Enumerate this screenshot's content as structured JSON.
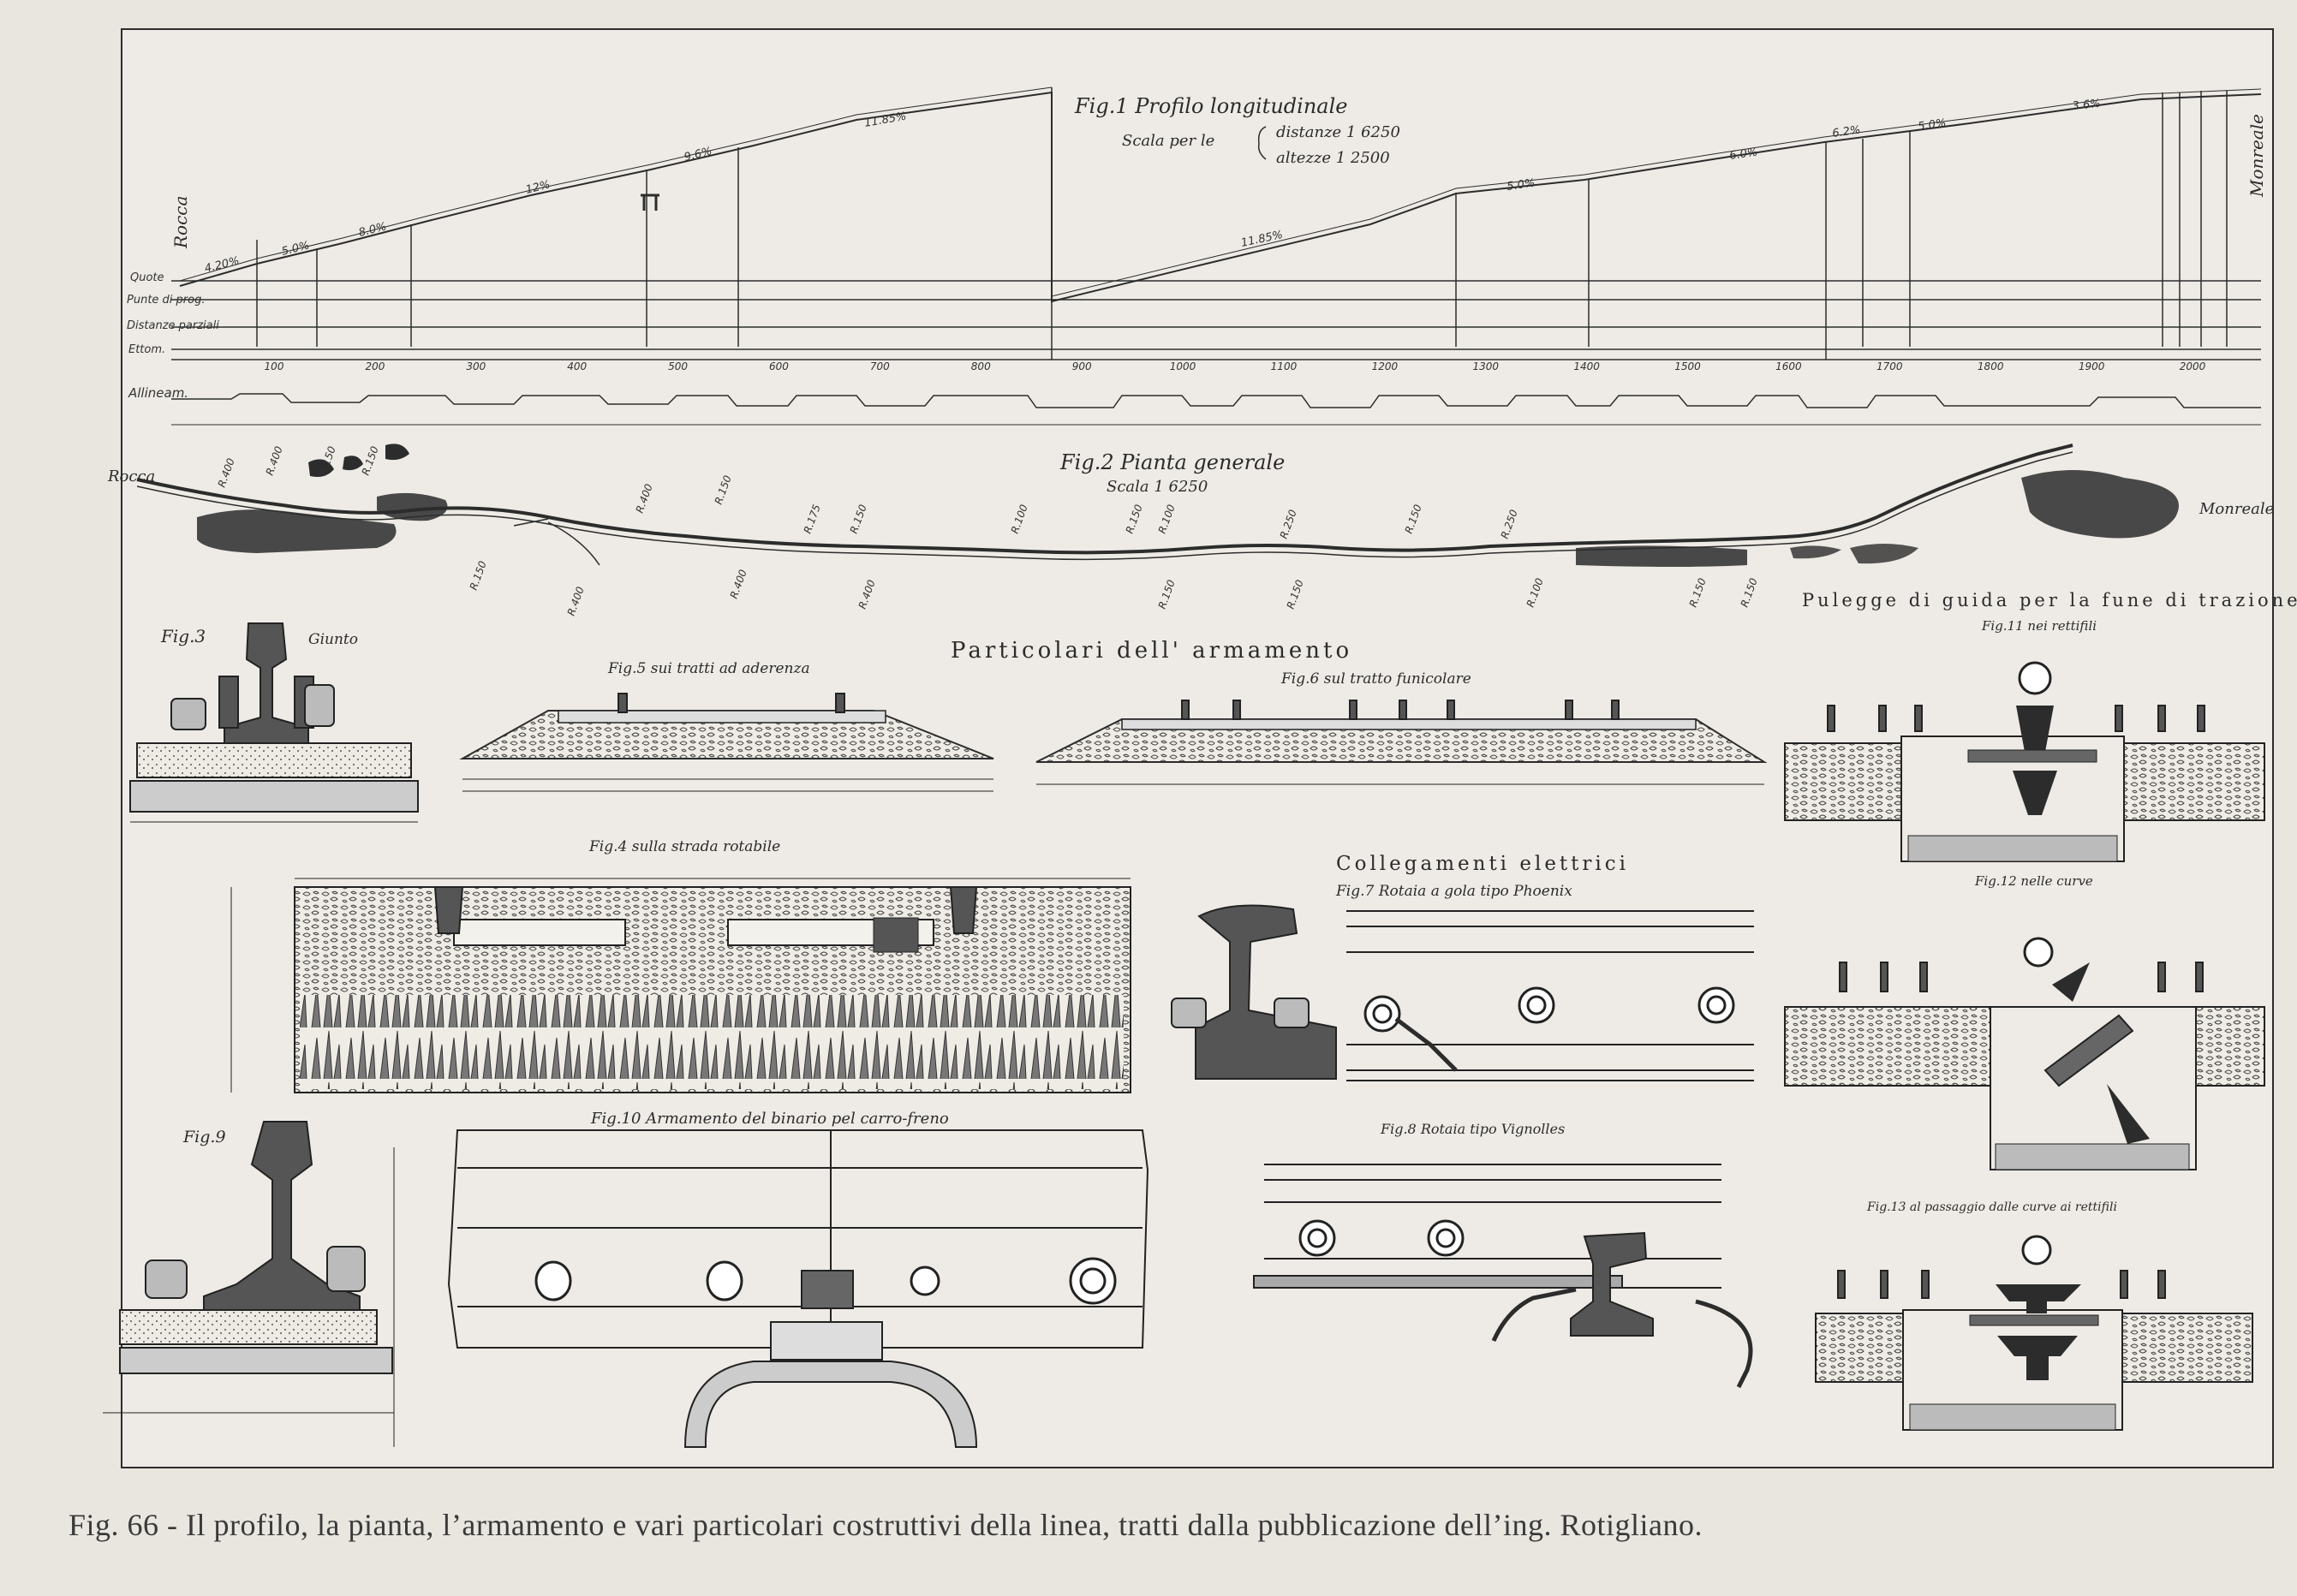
{
  "plate": {
    "fig1": {
      "title": "Fig.1 Profilo longitudinale",
      "scale_prefix": "Scala per le",
      "scale_dist": "distanze 1 6250",
      "scale_alt": "altezze 1 2500",
      "start_place": "Rocca",
      "end_place": "Monreale",
      "row_labels": [
        "Quote",
        "Punte di prog.",
        "Distanze parziali",
        "Ettom."
      ],
      "alignment_label": "Allineam.",
      "gradients": [
        "4.20%",
        "5.0%",
        "8.0%",
        "12%",
        "9.6%",
        "11.85%",
        "11.85%",
        "5.0%",
        "6.0%",
        "6.2%",
        "5.0%",
        "3.6%"
      ],
      "chainage": [
        "100",
        "200",
        "300",
        "400",
        "500",
        "600",
        "700",
        "800",
        "900",
        "1000",
        "1100",
        "1200",
        "1300",
        "1400",
        "1500",
        "1600",
        "1700",
        "1800",
        "1900",
        "2000"
      ]
    },
    "fig2": {
      "title": "Fig.2 Pianta generale",
      "scale": "Scala 1 6250",
      "start_place": "Rocca",
      "end_place": "Monreale"
    },
    "fig3": {
      "label": "Fig.3",
      "note": "Giunto"
    },
    "armamento_title": "Particolari dell' armamento",
    "fig5": {
      "label": "Fig.5 sui tratti ad aderenza"
    },
    "fig6": {
      "label": "Fig.6 sul tratto funicolare"
    },
    "pulegge": {
      "title": "Pulegge di guida per la fune di trazione",
      "fig11": "Fig.11 nei rettifili",
      "fig12": "Fig.12 nelle curve",
      "fig13": "Fig.13 al passaggio dalle curve ai rettifili"
    },
    "fig4": {
      "label": "Fig.4 sulla strada rotabile"
    },
    "collegamenti": {
      "title": "Collegamenti elettrici",
      "fig7": "Fig.7 Rotaia a gola tipo Phoenix",
      "fig8": "Fig.8 Rotaia tipo Vignolles"
    },
    "fig9": {
      "label": "Fig.9"
    },
    "fig10": {
      "label": "Fig.10 Armamento del binario pel carro-freno"
    }
  },
  "caption": {
    "text": "Fig. 66 - Il profilo, la pianta, l’armamento e vari particolari costruttivi della linea, tratti dalla pubblicazione dell’ing. Rotigliano."
  }
}
